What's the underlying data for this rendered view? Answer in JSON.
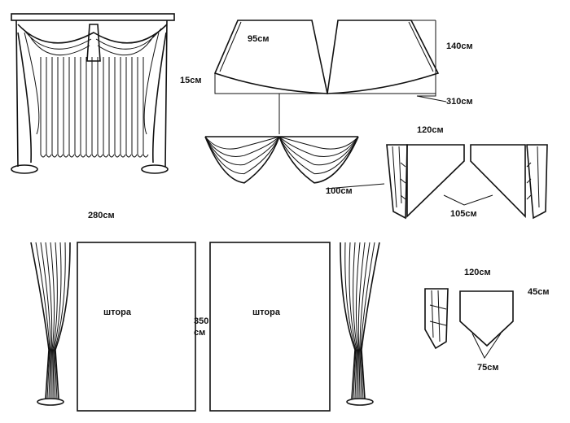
{
  "labels": {
    "swag_width": "95см",
    "swag_height": "140см",
    "swag_drop": "15см",
    "swag_total": "310см",
    "jabot_set_width": "120см",
    "jabot_length": "100см",
    "jabot_point": "105см",
    "curtain_width": "280см",
    "panel_left": "штора",
    "panel_right": "штора",
    "panel_height_value": "350",
    "panel_height_unit": "см",
    "small_width": "120см",
    "small_height": "45см",
    "small_point": "75см"
  }
}
